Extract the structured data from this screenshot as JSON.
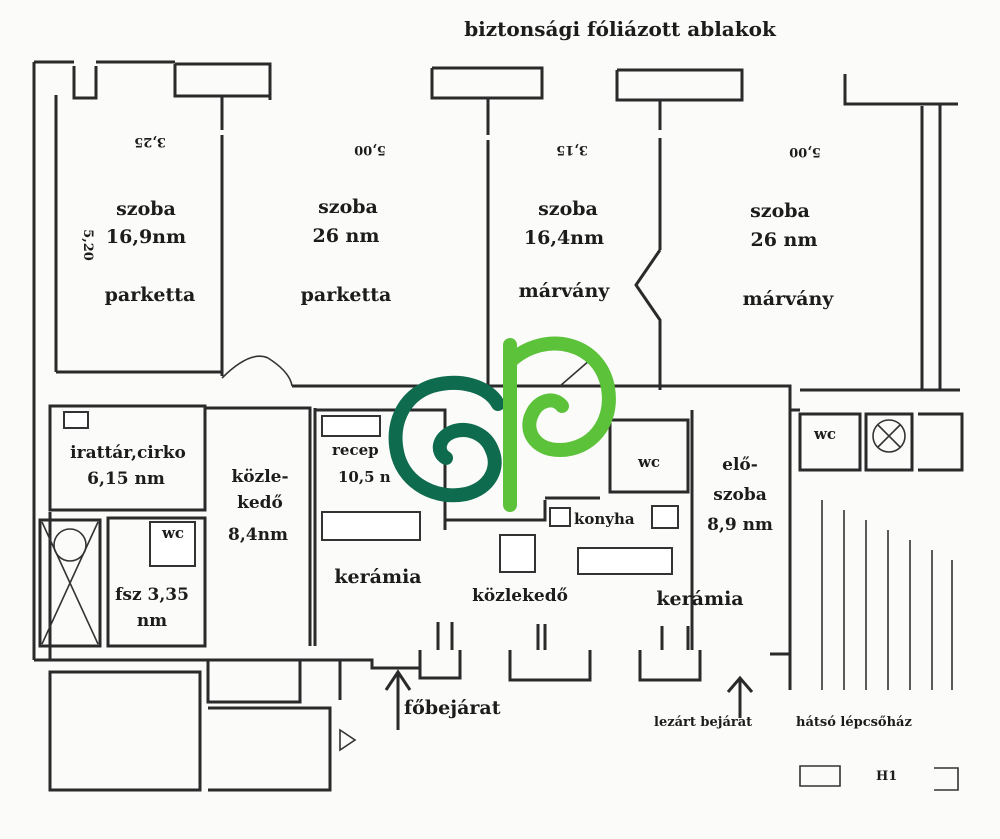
{
  "title": "biztonsági fóliázott ablakok",
  "rooms": [
    {
      "name": "szoba",
      "area": "16,9nm",
      "floor": "parketta"
    },
    {
      "name": "szoba",
      "area": "26 nm",
      "floor": "parketta"
    },
    {
      "name": "szoba",
      "area": "16,4nm",
      "floor": "márvány"
    },
    {
      "name": "szoba",
      "area": "26 nm",
      "floor": "márvány"
    }
  ],
  "small_rooms": {
    "irattar_name": "irattár,cirko",
    "irattar_area": "6,15 nm",
    "kozle_line1": "közle-",
    "kozle_line2": "kedő",
    "kozle_area": "8,4nm",
    "recep_name": "recep",
    "recep_area": "10,5 n",
    "fsz_area": "fsz 3,35",
    "fsz_unit": "nm",
    "wc": "wc",
    "konyha": "konyha",
    "elo_line1": "elő-",
    "elo_line2": "szoba",
    "elo_area": "8,9 nm"
  },
  "floors_lower": {
    "keramia": "kerámia",
    "kozlekedo": "közlekedő"
  },
  "entrances": {
    "main": "főbejárat",
    "closed": "lezárt bejárat",
    "back": "hátsó lépcsőház",
    "code": "H1"
  },
  "dimensions": {
    "d1": "3,25",
    "d2": "5,00",
    "d3": "3,15",
    "d4": "5,00",
    "d5": "5,20"
  },
  "colors": {
    "logo_dark": "#0f6b4e",
    "logo_light": "#5cc23a"
  }
}
